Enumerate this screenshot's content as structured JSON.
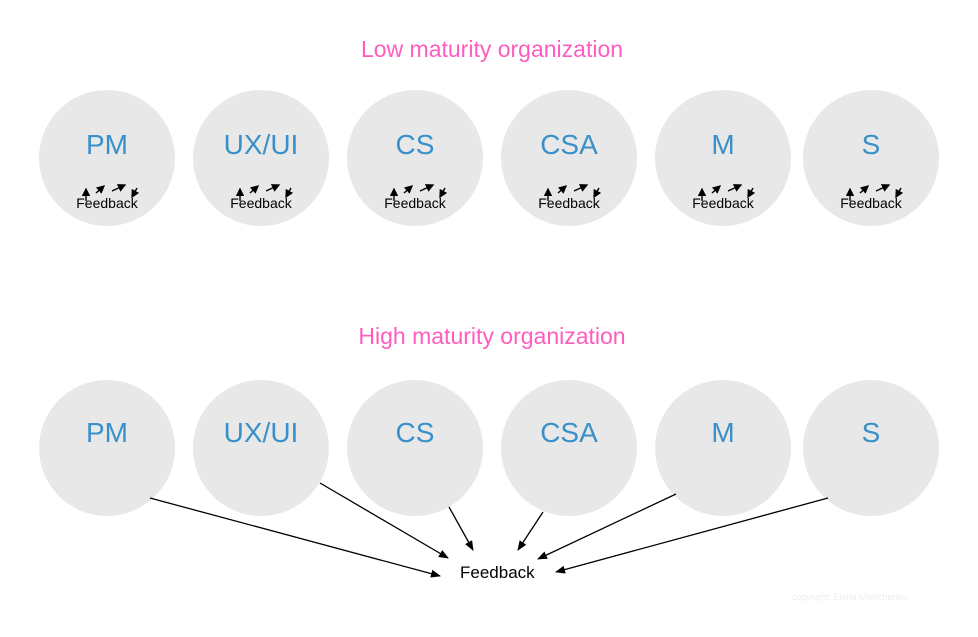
{
  "low": {
    "title": "Low maturity organization",
    "roles": [
      "PM",
      "UX/UI",
      "CS",
      "CSA",
      "M",
      "S"
    ],
    "feedback_label": "Feedback"
  },
  "high": {
    "title": "High maturity organization",
    "roles": [
      "PM",
      "UX/UI",
      "CS",
      "CSA",
      "M",
      "S"
    ],
    "feedback_label": "Feedback"
  },
  "watermark": "copyright: Elena Mishchenko",
  "colors": {
    "title": "#ff5cbf",
    "role_text": "#3a90c8",
    "circle_fill": "#e8e8e8",
    "arrow": "#000000"
  }
}
